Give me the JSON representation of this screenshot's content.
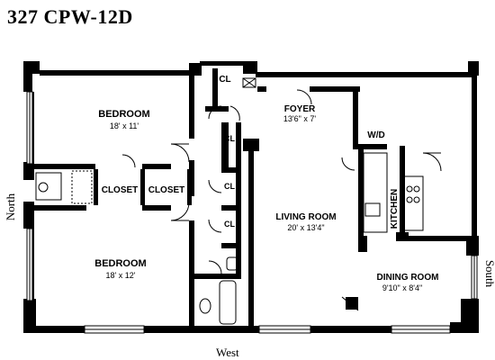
{
  "title": "327 CPW-12D",
  "compass": {
    "north": "North",
    "south": "South",
    "west": "West"
  },
  "rooms": {
    "bedroom1": {
      "name": "BEDROOM",
      "dims": "18' x 11'"
    },
    "bedroom2": {
      "name": "BEDROOM",
      "dims": "18' x 12'"
    },
    "foyer": {
      "name": "FOYER",
      "dims": "13'6\" x 7'"
    },
    "living": {
      "name": "LIVING ROOM",
      "dims": "20' x 13'4\""
    },
    "dining": {
      "name": "DINING ROOM",
      "dims": "9'10\" x 8'4\""
    },
    "kitchen": {
      "name": "KITCHEN"
    },
    "closet1": {
      "name": "CLOSET"
    },
    "closet2": {
      "name": "CLOSET"
    },
    "cl_top": {
      "name": "CL"
    },
    "cl_a": {
      "name": "CL"
    },
    "cl_b": {
      "name": "CL"
    },
    "cl_c": {
      "name": "CL"
    },
    "wd": {
      "name": "W/D"
    }
  },
  "colors": {
    "wall": "#000000",
    "background": "#ffffff"
  }
}
